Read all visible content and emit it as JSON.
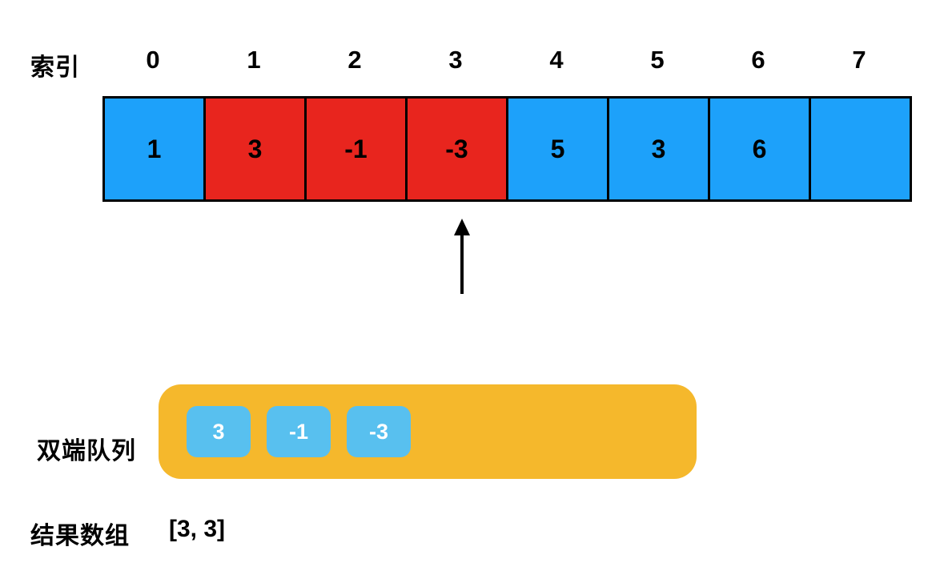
{
  "diagram": {
    "title_hint": "sliding window maximum / monotonic deque illustration",
    "index_row": {
      "label": "索引",
      "indices": [
        "0",
        "1",
        "2",
        "3",
        "4",
        "5",
        "6",
        "7"
      ]
    },
    "array": {
      "cells": [
        {
          "value": "1",
          "color": "blue"
        },
        {
          "value": "3",
          "color": "red"
        },
        {
          "value": "-1",
          "color": "red"
        },
        {
          "value": "-3",
          "color": "red"
        },
        {
          "value": "5",
          "color": "blue"
        },
        {
          "value": "3",
          "color": "blue"
        },
        {
          "value": "6",
          "color": "blue"
        },
        {
          "value": "",
          "color": "blue"
        }
      ],
      "pointer_index": 3
    },
    "deque": {
      "label": "双端队列",
      "items": [
        "3",
        "-1",
        "-3"
      ]
    },
    "result": {
      "label": "结果数组",
      "value": "[3, 3]"
    },
    "colors": {
      "cell_blue": "#1DA1FA",
      "cell_red": "#E8251E",
      "deque_bg": "#F5B82C",
      "chip_blue": "#58C0EF",
      "chip_text": "#FFFFFF",
      "text": "#000000",
      "border": "#000000",
      "arrow": "#000000"
    }
  }
}
